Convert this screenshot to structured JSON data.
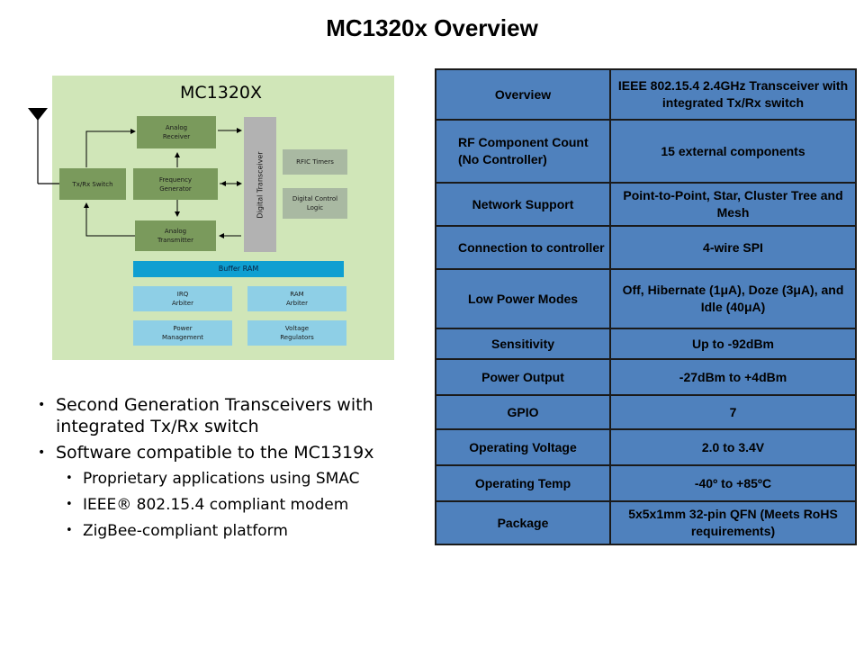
{
  "page_title": "MC1320x Overview",
  "diagram": {
    "title": "MC1320X",
    "blocks": {
      "analog_receiver": "Analog\nReceiver",
      "frequency_generator": "Frequency\nGenerator",
      "analog_transmitter": "Analog\nTransmitter",
      "tx_rx_switch": "Tx/Rx Switch",
      "digital_transceiver": "Digital Transceiver",
      "rfic_timers": "RFIC Timers",
      "digital_control_logic": "Digital Control\nLogic",
      "buffer_ram": "Buffer RAM",
      "irq_arbiter": "IRQ\nArbiter",
      "ram_arbiter": "RAM\nArbiter",
      "power_management": "Power\nManagement",
      "voltage_regulators": "Voltage\nRegulators"
    },
    "colors": {
      "background": "#d0e6b8",
      "rf_blocks": "#7a9a5c",
      "logic_blocks": "#a9b9a2",
      "digital_transceiver": "#b2b2b2",
      "buffer_ram": "#0f9fd1",
      "support_blocks": "#8ecfe6"
    }
  },
  "bullets": [
    {
      "level": 1,
      "text": "Second Generation Transceivers with integrated Tx/Rx switch"
    },
    {
      "level": 1,
      "text": "Software compatible to the MC1319x"
    },
    {
      "level": 2,
      "text": "Proprietary applications using SMAC"
    },
    {
      "level": 2,
      "text": "IEEE® 802.15.4 compliant modem"
    },
    {
      "level": 2,
      "text": "ZigBee-compliant platform"
    }
  ],
  "spec_table": {
    "colors": {
      "cell_bg": "#4f81bd",
      "border": "#1a1a1a"
    },
    "rows": [
      {
        "key": "Overview",
        "value": "IEEE 802.15.4 2.4GHz Transceiver with integrated Tx/Rx switch"
      },
      {
        "key": "RF Component Count (No Controller)",
        "value": "15 external components"
      },
      {
        "key": "Network Support",
        "value": "Point-to-Point, Star, Cluster Tree and Mesh"
      },
      {
        "key": "Connection to controller",
        "value": "4-wire SPI"
      },
      {
        "key": "Low Power Modes",
        "value": "Off, Hibernate (1μA), Doze (3μA), and Idle (40μA)"
      },
      {
        "key": "Sensitivity",
        "value": "Up to -92dBm"
      },
      {
        "key": "Power Output",
        "value": "-27dBm to +4dBm"
      },
      {
        "key": "GPIO",
        "value": "7"
      },
      {
        "key": "Operating Voltage",
        "value": "2.0 to 3.4V"
      },
      {
        "key": "Operating Temp",
        "value": "-40º to +85ºC"
      },
      {
        "key": "Package",
        "value": "5x5x1mm 32-pin QFN (Meets RoHS requirements)"
      }
    ]
  }
}
